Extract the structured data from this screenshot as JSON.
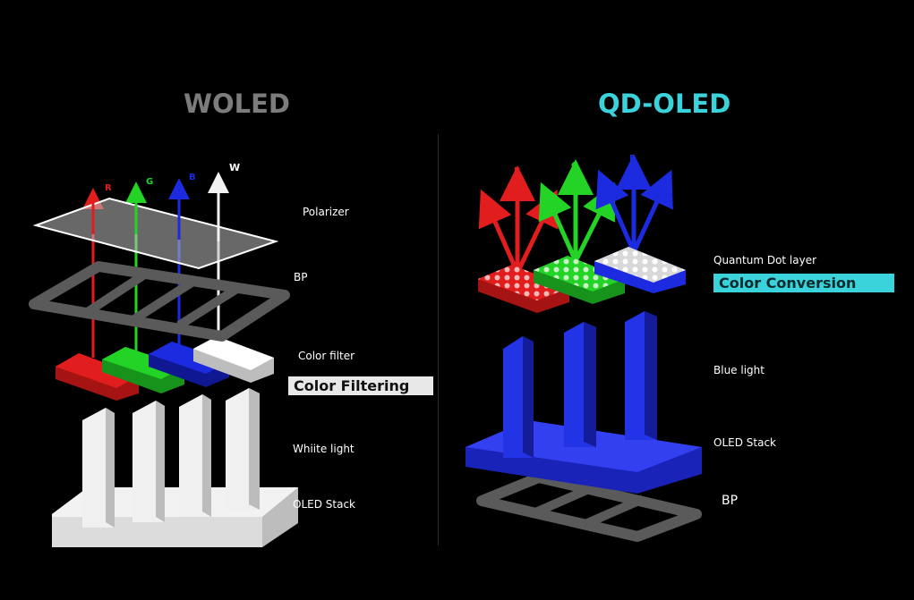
{
  "colors": {
    "red": "#e21d1d",
    "green": "#23d427",
    "blue": "#1c2be0",
    "white": "#f2f2f2",
    "cyan": "#3ad3dc",
    "gray": "#5a5a5a"
  },
  "woled": {
    "title": "WOLED",
    "arrow_labels": [
      "R",
      "G",
      "B",
      "W"
    ],
    "labels": {
      "polarizer": "Polarizer",
      "bp": "BP",
      "color_filter": "Color filter",
      "white_light": "Whiite light",
      "oled_stack": "OLED Stack"
    },
    "badge": "Color Filtering"
  },
  "qdoled": {
    "title": "QD-OLED",
    "arrow_labels": [
      "R",
      "G",
      "B"
    ],
    "labels": {
      "qd_layer": "Quantum Dot layer",
      "blue_light": "Blue light",
      "oled_stack": "OLED Stack",
      "bp": "BP"
    },
    "badge": "Color Conversion"
  }
}
